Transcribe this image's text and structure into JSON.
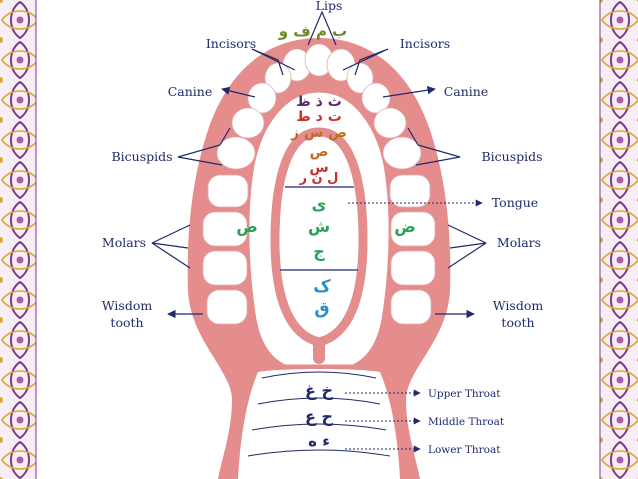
{
  "labels": {
    "lips": "Lips",
    "incisors": "Incisors",
    "canine": "Canine",
    "bicuspids": "Bicuspids",
    "molars": "Molars",
    "wisdom_line1": "Wisdom",
    "wisdom_line2": "tooth",
    "tongue": "Tongue",
    "upper_throat": "Upper Throat",
    "middle_throat": "Middle Throat",
    "lower_throat": "Lower Throat"
  },
  "letters": {
    "lips": "ب م ف و",
    "row1": "ث ذ ظ",
    "row2": "ت د ط",
    "row3": "ص س ز",
    "row4": "ص",
    "row5": "س",
    "row6": "ل ن ر",
    "cheek": "ض",
    "mid1": "ى",
    "mid2": "ش",
    "mid3": "ج",
    "back1": "ک",
    "back2": "ق",
    "upper_throat": "خ غ",
    "middle_throat": "ح ع",
    "lower_throat": "ء ه"
  },
  "colors": {
    "gum": "#e58d8d",
    "tooth": "#ffffff",
    "label": "#1f2a6b",
    "lips_letters": "#6b8a2a",
    "dental_letters": "#5a2a6b",
    "alveolar_letters": "#c26b1e",
    "red_letters": "#c9302c",
    "green_letters": "#2aa05a",
    "blue_letters": "#2a8fc9",
    "border_purple": "#7a3c8c",
    "border_gold": "#d8a830"
  }
}
